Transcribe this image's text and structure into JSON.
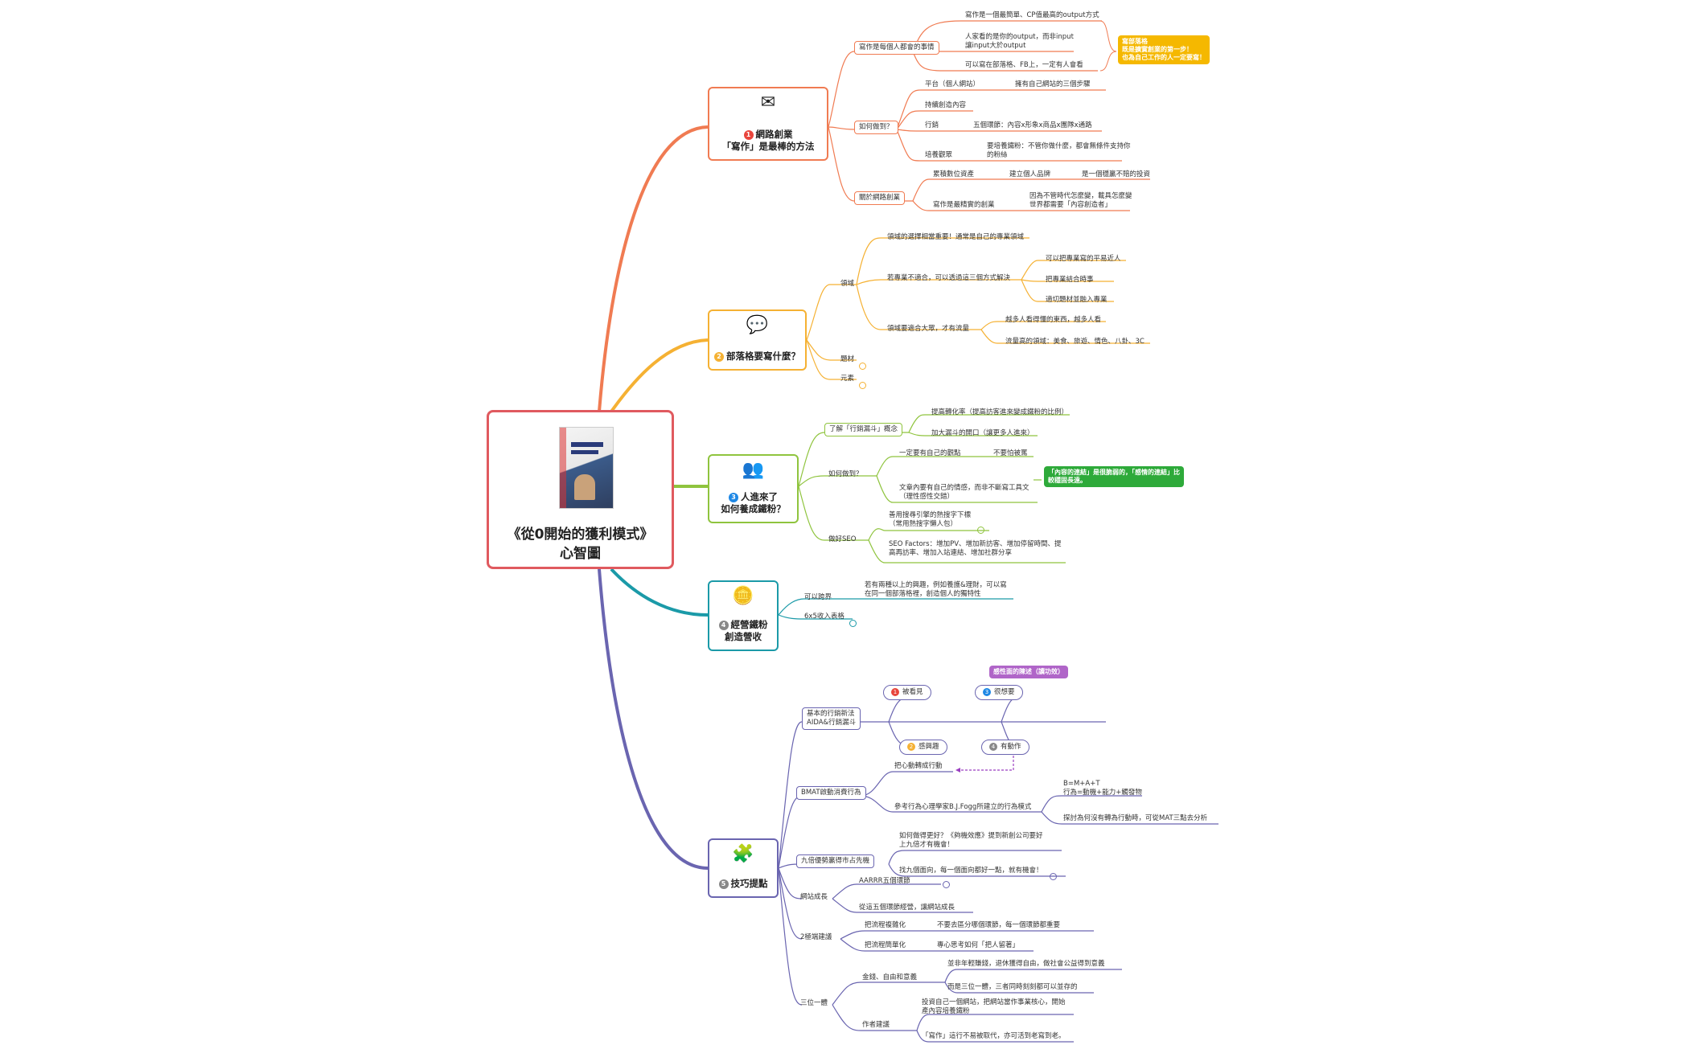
{
  "root": {
    "title_line1": "《從0開始的獲利模式》",
    "title_line2": "心智圖"
  },
  "colors": {
    "orange": "#f07b52",
    "yellow": "#f5b133",
    "green": "#8fc43e",
    "teal": "#1b9aa8",
    "purple": "#6a65b0",
    "root": "#e05a5f"
  },
  "topics": {
    "t1": {
      "num": "1",
      "line1": "網路創業",
      "line2": "「寫作」是最棒的方法",
      "icon": "envelope-icon"
    },
    "t2": {
      "num": "2",
      "line1": "部落格要寫什麼？",
      "icon": "chat-icon"
    },
    "t3": {
      "num": "3",
      "line1": "人進來了",
      "line2": "如何養成鐵粉？",
      "icon": "people-icon"
    },
    "t4": {
      "num": "4",
      "line1": "經營鐵粉",
      "line2": "創造營收",
      "icon": "coins-icon"
    },
    "t5": {
      "num": "5",
      "line1": "技巧提點",
      "icon": "puzzle-icon"
    }
  },
  "b1": {
    "a": "寫作是每個人都會的事情",
    "a1": "寫作是一個最簡單、CP值最高的output方式",
    "a2_l1": "人家看的是你的output，而非input",
    "a2_l2": "讓input大於output",
    "a3": "可以寫在部落格、FB上，一定有人會看",
    "callout_l1": "寫部落格",
    "callout_l2": "既是擴實創業的第一步！",
    "callout_l3": "也為自己工作的人一定要寫！",
    "b": "如何做到？",
    "b1": "平台（個人網站）",
    "b1a": "擁有自己網站的三個步驟",
    "b2": "持續創造內容",
    "b3": "行銷",
    "b3a": "五個環節：內容x形象x商品x團隊x通路",
    "b4": "培養觀眾",
    "b4a_l1": "要培養鐵粉：不管你做什麼，都會無條件支持你",
    "b4a_l2": "的粉絲",
    "c": "關於網路創業",
    "c1": "累積數位資產",
    "c1a": "建立個人品牌",
    "c1b": "是一個穩贏不賠的投資",
    "c2": "寫作是最精實的創業",
    "c2a_l1": "因為不管時代怎麼變，載具怎麼變",
    "c2a_l2": "世界都需要「內容創造者」"
  },
  "b2": {
    "a": "領域",
    "a1": "領域的選擇相當重要！通常是自己的專業領域",
    "a2": "若專業不適合，可以透過這三個方式解決",
    "a2a": "可以把專業寫的平易近人",
    "a2b": "把專業結合時事",
    "a2c": "適切題材並融入專業",
    "a3": "領域要適合大眾，才有流量",
    "a3a": "越多人看得懂的東西，越多人看",
    "a3b": "流量高的領域：美食、旅遊、情色、八卦、3C",
    "b": "題材",
    "c": "元素"
  },
  "b3": {
    "a": "了解「行銷漏斗」概念",
    "a1": "提高轉化率（提高訪客進來變成鐵粉的比例）",
    "a2": "加大漏斗的開口（讓更多人進來）",
    "b": "如何做到？",
    "b1": "一定要有自己的觀點",
    "b1a": "不要怕被罵",
    "b2_l1": "文章內要有自己的情感，而非不斷寫工具文",
    "b2_l2": "（理性感性交錯）",
    "callout_l1": "「內容的連結」是很脆弱的，「感情的連結」比",
    "callout_l2": "較穩固長遠。",
    "c": "做好SEO",
    "c1_l1": "善用搜尋引擎的熱搜字下標",
    "c1_l2": "（常用熱搜字懶人包）",
    "c2_l1": "SEO Factors：增加PV、增加新訪客、增加停留時間、提",
    "c2_l2": "高再訪率、增加入站連結、增加社群分享"
  },
  "b4": {
    "a": "可以跨界",
    "a1_l1": "若有兩種以上的興趣，例如養護&理財，可以寫",
    "a1_l2": "在同一個部落格裡，創造個人的獨特性",
    "b": "6x5收入表格"
  },
  "b5": {
    "a_l1": "基本的行銷新法",
    "a_l2": "AIDA&行銷漏斗",
    "p1": "被看見",
    "p2": "感興趣",
    "p3": "很想要",
    "p4": "有動作",
    "p_callout": "感性面的陳述（讀功效）",
    "b": "BMAT啟動消費行為",
    "b1": "把心動轉成行動",
    "b2": "參考行為心理學家B.J.Fogg所建立的行為模式",
    "b2a_l1": "B=M+A+T",
    "b2a_l2": "行為=動機+能力+觸發物",
    "b2b": "探討為何沒有轉為行動時，可從MAT三點去分析",
    "c": "九倍優勢贏得市占先機",
    "c1_l1": "如何做得更好？《夠機效應》提到新創公司要好",
    "c1_l2": "上九倍才有機會！",
    "c2": "找九個面向，每一個面向都好一點，就有機會！",
    "d": "網站成長",
    "d1": "AARRR五個環節",
    "d2": "從這五個環節經營，讓網站成長",
    "e": "2極端建議",
    "e1": "把流程複雜化",
    "e1a": "不要去區分哪個環節，每一個環節都重要",
    "e2": "把流程簡單化",
    "e2a": "專心思考如何「把人留著」",
    "f": "三位一體",
    "f1": "金錢、自由和意義",
    "f1a": "並非年輕賺錢，退休獲得自由，做社會公益得到意義",
    "f1b": "而是三位一體，三者同時刻刻都可以並存的",
    "f2": "作者建議",
    "f2a_l1": "投資自己一個網站，把網站當作事業核心，開始",
    "f2a_l2": "產內容培養鐵粉",
    "f2b": "「寫作」這行不易被取代，亦可活到老寫到老。"
  }
}
